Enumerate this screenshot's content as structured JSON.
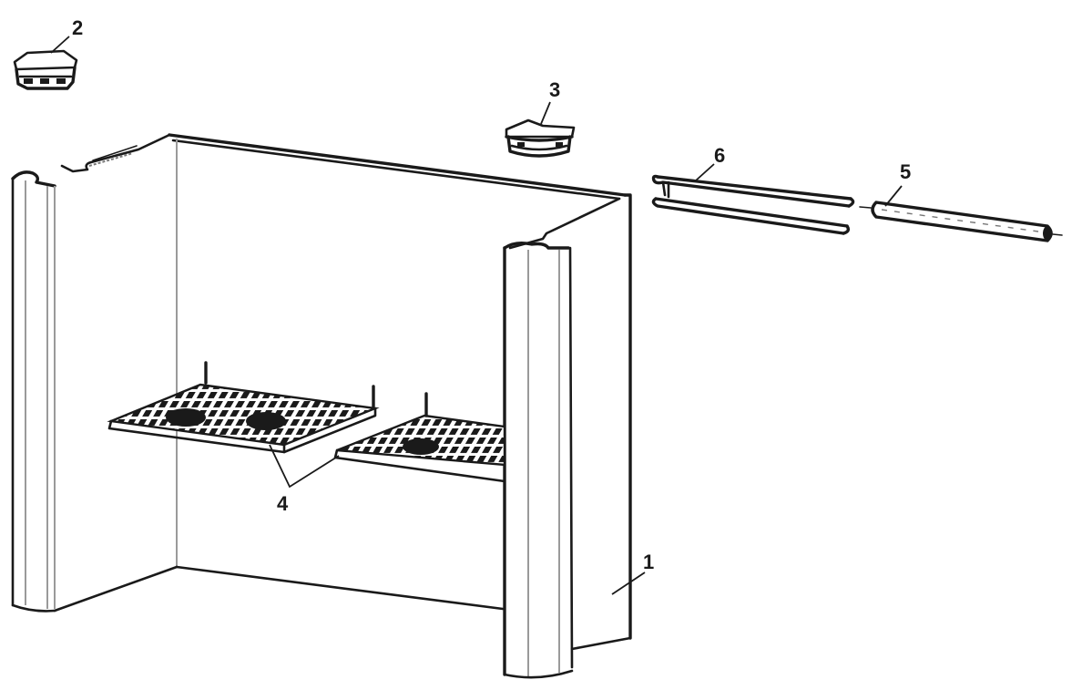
{
  "diagram": {
    "type": "exploded-parts-view",
    "subject": "Grill enclosure / fire box assembly",
    "callouts": [
      {
        "id": "1",
        "label": "1",
        "part": "enclosure-body"
      },
      {
        "id": "2",
        "label": "2",
        "part": "square-end-cap"
      },
      {
        "id": "3",
        "label": "3",
        "part": "round-end-cap"
      },
      {
        "id": "4",
        "label": "4",
        "part": "grate-shelves"
      },
      {
        "id": "5",
        "label": "5",
        "part": "rod"
      },
      {
        "id": "6",
        "label": "6",
        "part": "u-shaped-pin"
      }
    ]
  },
  "colors": {
    "line": "#1a1a1a",
    "shade": "#9a9a9a",
    "background": "#ffffff"
  }
}
